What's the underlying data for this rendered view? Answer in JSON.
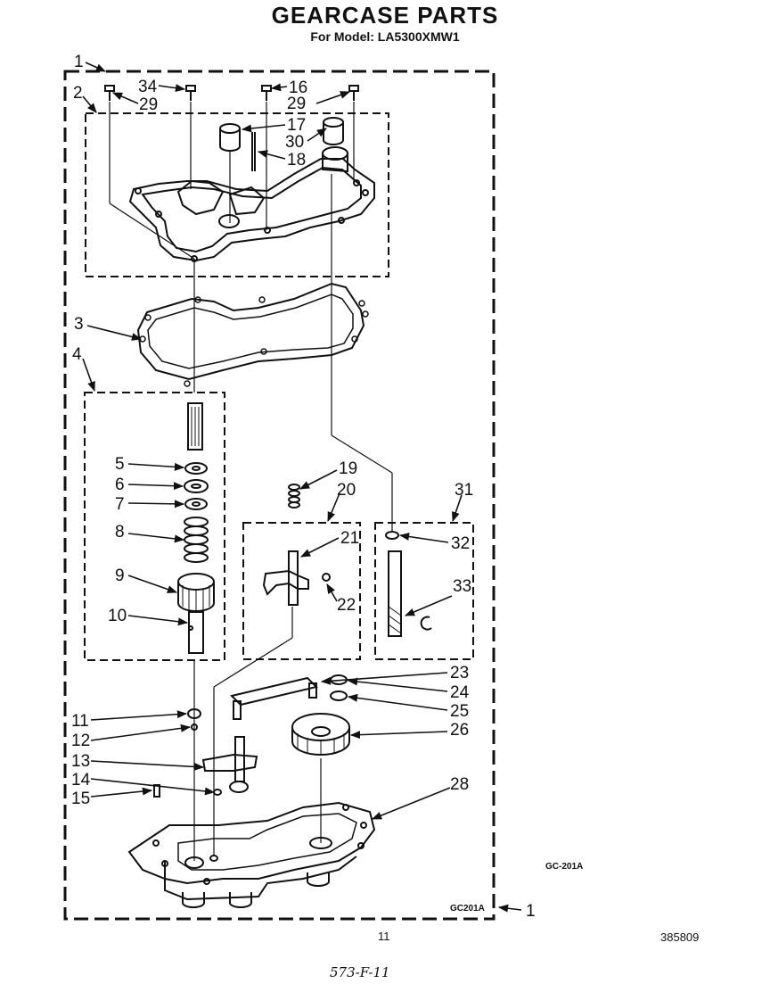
{
  "header": {
    "title": "GEARCASE PARTS",
    "subtitle": "For Model: LA5300XMW1"
  },
  "callouts": {
    "c1": "1",
    "c2": "2",
    "c34": "34",
    "c29a": "29",
    "c16": "16",
    "c29b": "29",
    "c17": "17",
    "c30": "30",
    "c18": "18",
    "c3": "3",
    "c4": "4",
    "c5": "5",
    "c6": "6",
    "c7": "7",
    "c8": "8",
    "c9": "9",
    "c10": "10",
    "c19": "19",
    "c20": "20",
    "c21": "21",
    "c22": "22",
    "c31": "31",
    "c32": "32",
    "c33": "33",
    "c23": "23",
    "c24": "24",
    "c25": "25",
    "c26": "26",
    "c28": "28",
    "c11": "11",
    "c12": "12",
    "c13": "13",
    "c14": "14",
    "c15": "15",
    "c1b": "1"
  },
  "codes": {
    "gc_label_a": "GC-201A",
    "gc_label_b": "GC201A"
  },
  "footer": {
    "page_number": "11",
    "doc_number": "385809",
    "handwritten": "573-F-11"
  }
}
